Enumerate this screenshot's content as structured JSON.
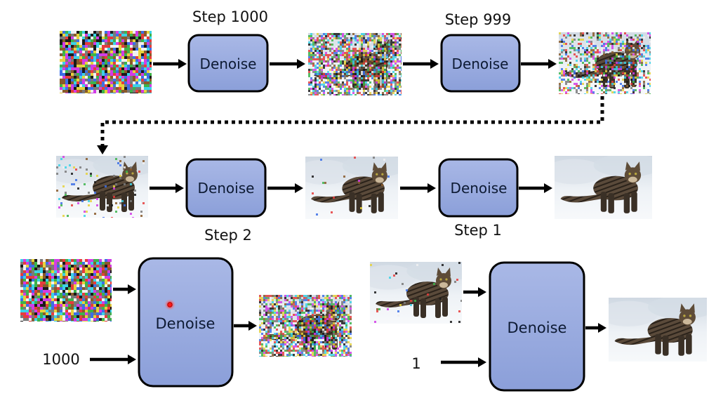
{
  "title": "Diffusion denoising process",
  "colors": {
    "box_fill_top": "#a9b8e6",
    "box_fill_bottom": "#8b9fd9",
    "box_stroke": "#000000",
    "arrow": "#000000",
    "cursor_dot": "#ff2020",
    "snow": "#e9eef3",
    "cat_fur": "#4a3f33"
  },
  "rows": {
    "top_forward": {
      "steps": [
        {
          "label": "Step 1000",
          "box": "Denoise",
          "input_image": "pure-noise-image",
          "output_image": "noisy-cat-image-heavy"
        },
        {
          "label": "Step 999",
          "box": "Denoise",
          "input_image": "noisy-cat-image-heavy",
          "output_image": "noisy-cat-image-light"
        }
      ]
    },
    "middle_forward": {
      "steps": [
        {
          "label": "Step 2",
          "box": "Denoise",
          "input_image": "nearly-clean-cat-image",
          "output_image": "clean-cat-image"
        },
        {
          "label": "Step 1",
          "box": "Denoise",
          "input_image": "clean-cat-image",
          "output_image": "final-cat-image"
        }
      ]
    }
  },
  "bottom": {
    "left": {
      "box": "Denoise",
      "step_input": "1000",
      "image_input": "pure-noise-image",
      "output_image": "noisy-cat-image-heavy"
    },
    "right": {
      "box": "Denoise",
      "step_input": "1",
      "image_input": "clean-cat-image",
      "output_image": "final-cat-image"
    }
  }
}
